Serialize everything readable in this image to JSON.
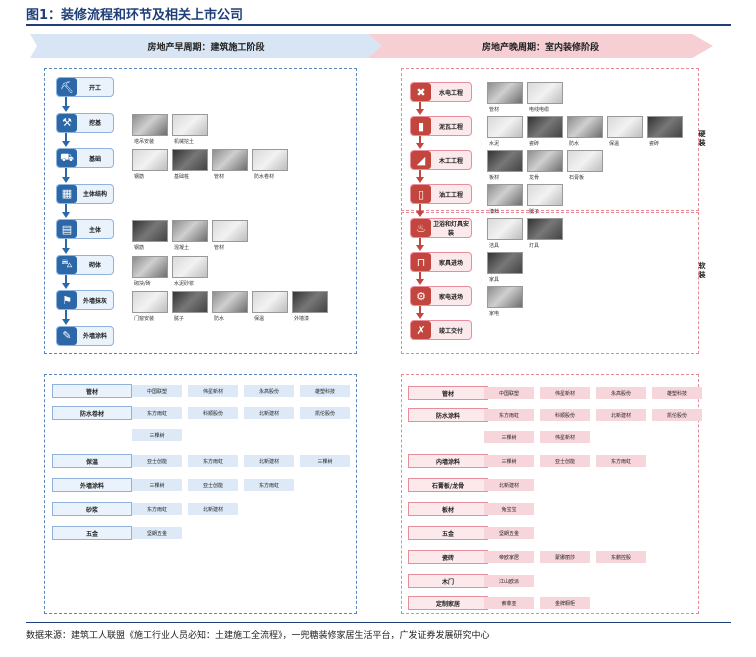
{
  "figure_title": "图1：装修流程和环节及相关上市公司",
  "banners": {
    "early": "房地产早周期：建筑施工阶段",
    "late": "房地产晚周期：室内装修阶段"
  },
  "early_steps": [
    {
      "label": "开工",
      "icon": "excavator-icon",
      "glyph": "⛏"
    },
    {
      "label": "挖基",
      "icon": "shovel-icon",
      "glyph": "⚒"
    },
    {
      "label": "基础",
      "icon": "truck-icon",
      "glyph": "⛟"
    },
    {
      "label": "主体结构",
      "icon": "frame-icon",
      "glyph": "▦"
    },
    {
      "label": "主体",
      "icon": "bricks-icon",
      "glyph": "▤"
    },
    {
      "label": "砌体",
      "icon": "wheelbarrow-icon",
      "glyph": "⛍"
    },
    {
      "label": "外墙抹灰",
      "icon": "worker-icon",
      "glyph": "⚑"
    },
    {
      "label": "外墙涂料",
      "icon": "brush-icon",
      "glyph": "✎"
    }
  ],
  "late_steps": [
    {
      "label": "水电工程",
      "icon": "tools-icon",
      "glyph": "✖"
    },
    {
      "label": "泥瓦工程",
      "icon": "trowel-icon",
      "glyph": "▮"
    },
    {
      "label": "木工工程",
      "icon": "saw-icon",
      "glyph": "◢"
    },
    {
      "label": "油工工程",
      "icon": "paint-roller-icon",
      "glyph": "▯"
    },
    {
      "label": "卫浴和灯具安装",
      "icon": "faucet-icon",
      "glyph": "♨"
    },
    {
      "label": "家具进场",
      "icon": "table-icon",
      "glyph": "⊓"
    },
    {
      "label": "家电进场",
      "icon": "appliance-icon",
      "glyph": "⚙"
    },
    {
      "label": "竣工交付",
      "icon": "wrench-icon",
      "glyph": "✗"
    }
  ],
  "early_photos": [
    {
      "row": 1,
      "captions": [
        "塔吊安装",
        "机械挖土"
      ]
    },
    {
      "row": 2,
      "captions": [
        "钢筋",
        "基础桩",
        "管材",
        "防水卷材"
      ]
    },
    {
      "row": 4,
      "captions": [
        "钢筋",
        "混凝土",
        "管材"
      ]
    },
    {
      "row": 5,
      "captions": [
        "砌块/砖",
        "水泥砂浆"
      ]
    },
    {
      "row": 6,
      "captions": [
        "门窗安装",
        "腻子",
        "防水",
        "保温",
        "外墙漆"
      ]
    }
  ],
  "late_photos": [
    {
      "row": 0,
      "captions": [
        "管材",
        "电线电缆"
      ]
    },
    {
      "row": 1,
      "captions": [
        "水泥",
        "瓷砖",
        "防水",
        "保温",
        "瓷砖"
      ]
    },
    {
      "row": 2,
      "captions": [
        "板材",
        "龙骨",
        "石膏板"
      ]
    },
    {
      "row": 3,
      "captions": [
        "漆料",
        "腻子"
      ]
    },
    {
      "row": 4,
      "captions": [
        "洁具",
        "灯具"
      ]
    },
    {
      "row": 5,
      "captions": [
        "家具"
      ]
    },
    {
      "row": 6,
      "captions": [
        "家电"
      ]
    }
  ],
  "side_tags": {
    "hard": [
      "硬",
      "装"
    ],
    "soft": [
      "软",
      "装"
    ]
  },
  "early_companies": [
    {
      "category": "管材",
      "rows": [
        [
          "中国联塑",
          "伟星新材",
          "永高股份",
          "雄塑科技"
        ]
      ]
    },
    {
      "category": "防水卷材",
      "rows": [
        [
          "东方雨虹",
          "科顺股份",
          "北新建材",
          "凯伦股份"
        ],
        [
          "三棵树"
        ]
      ]
    },
    {
      "category": "保温",
      "rows": [
        [
          "亚士创能",
          "东方雨虹",
          "北新建材",
          "三棵树"
        ]
      ]
    },
    {
      "category": "外墙涂料",
      "rows": [
        [
          "三棵树",
          "亚士创能",
          "东方雨虹"
        ]
      ]
    },
    {
      "category": "砂浆",
      "rows": [
        [
          "东方雨虹",
          "北新建材"
        ]
      ]
    },
    {
      "category": "五金",
      "rows": [
        [
          "坚朗五金"
        ]
      ]
    }
  ],
  "late_companies": [
    {
      "category": "管材",
      "rows": [
        [
          "中国联塑",
          "伟星新材",
          "永高股份",
          "雄塑科技"
        ]
      ]
    },
    {
      "category": "防水涂料",
      "rows": [
        [
          "东方雨虹",
          "科顺股份",
          "北新建材",
          "凯伦股份"
        ],
        [
          "三棵树",
          "伟星新材"
        ]
      ]
    },
    {
      "category": "内墙涂料",
      "rows": [
        [
          "三棵树",
          "亚士创能",
          "东方雨虹"
        ]
      ]
    },
    {
      "category": "石膏板/龙骨",
      "rows": [
        [
          "北新建材"
        ]
      ]
    },
    {
      "category": "板材",
      "rows": [
        [
          "兔宝宝"
        ]
      ]
    },
    {
      "category": "五金",
      "rows": [
        [
          "坚朗五金"
        ]
      ]
    },
    {
      "category": "瓷砖",
      "rows": [
        [
          "帝欧家居",
          "蒙娜丽莎",
          "东鹏控股"
        ]
      ]
    },
    {
      "category": "木门",
      "rows": [
        [
          "江山欧派"
        ]
      ]
    },
    {
      "category": "定制家居",
      "rows": [
        [
          "索菲亚",
          "金牌橱柜"
        ]
      ]
    }
  ],
  "footer": "数据来源：建筑工人联盟《施工行业人员必知：土建施工全流程》，一兜糖装修家居生活平台，广发证券发展研究中心"
}
